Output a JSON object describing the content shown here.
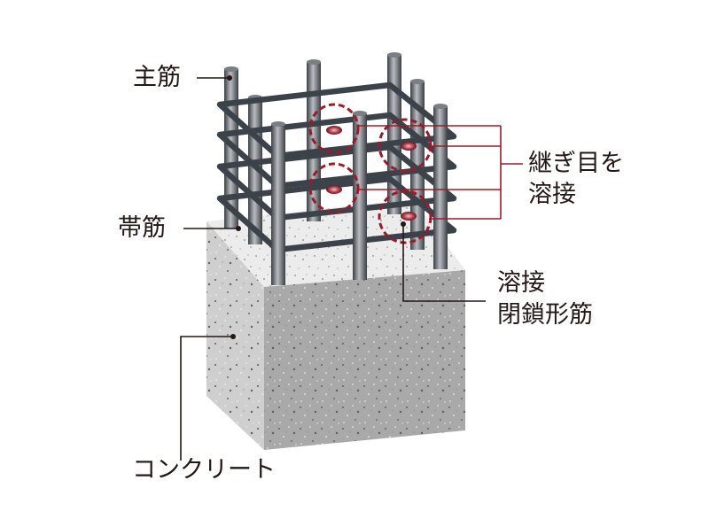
{
  "labels": {
    "main_rebar": "主筋",
    "hoop": "帯筋",
    "joint_line1": "継ぎ目を",
    "joint_line2": "溶接",
    "welded_line1": "溶接",
    "welded_line2": "閉鎖形筋",
    "concrete": "コンクリート"
  },
  "colors": {
    "rebar": "#4a4f54",
    "hoop": "#3b4249",
    "weld_marker": "#9b1b2a",
    "leader_dark": "#231815",
    "concrete_front": "#a7a7a7",
    "concrete_side": "#cfcfcf",
    "concrete_top": "#eeeeee"
  }
}
